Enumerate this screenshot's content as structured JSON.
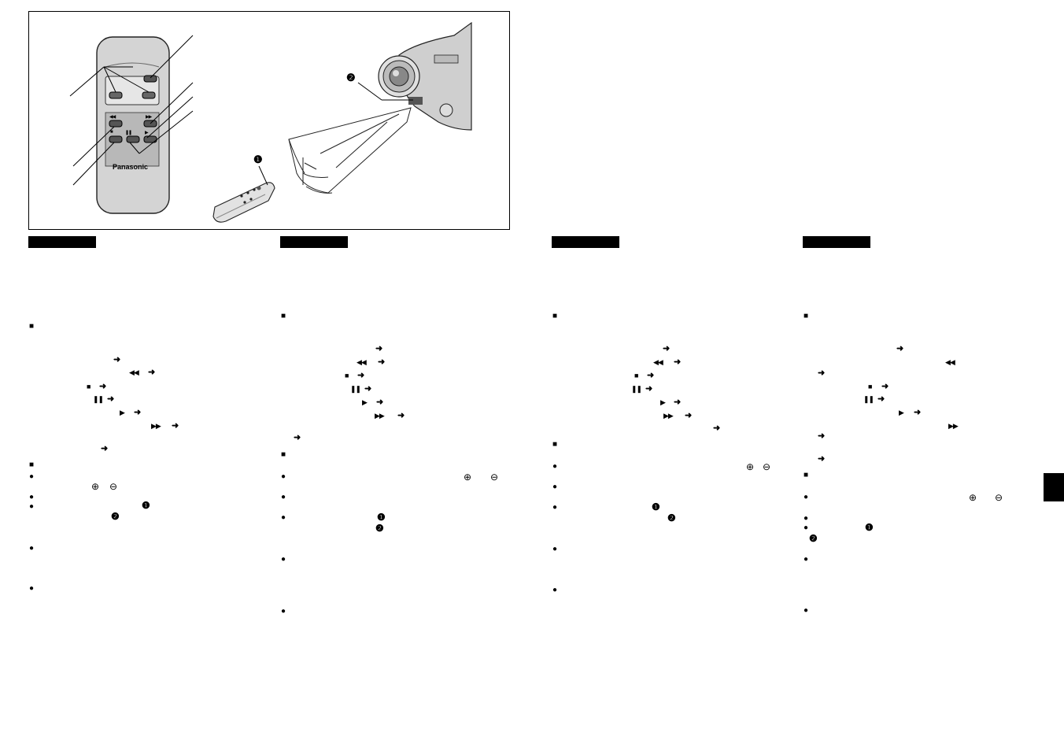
{
  "brand": "Panasonic",
  "callouts": {
    "one": "❶",
    "two": "❷"
  },
  "symbols": {
    "square": "■",
    "bullet": "●",
    "arrow": "➜",
    "rew": "◀◀",
    "ff": "▶▶",
    "play": "▶",
    "pause": "❚❚",
    "stop": "■",
    "plus": "⊕",
    "minus": "⊖",
    "one": "❶",
    "two": "❷"
  },
  "remote_labels": {
    "rew": "◀◀",
    "ff": "▶▶",
    "stop": "■",
    "pause": "❚❚",
    "play": "▶"
  }
}
